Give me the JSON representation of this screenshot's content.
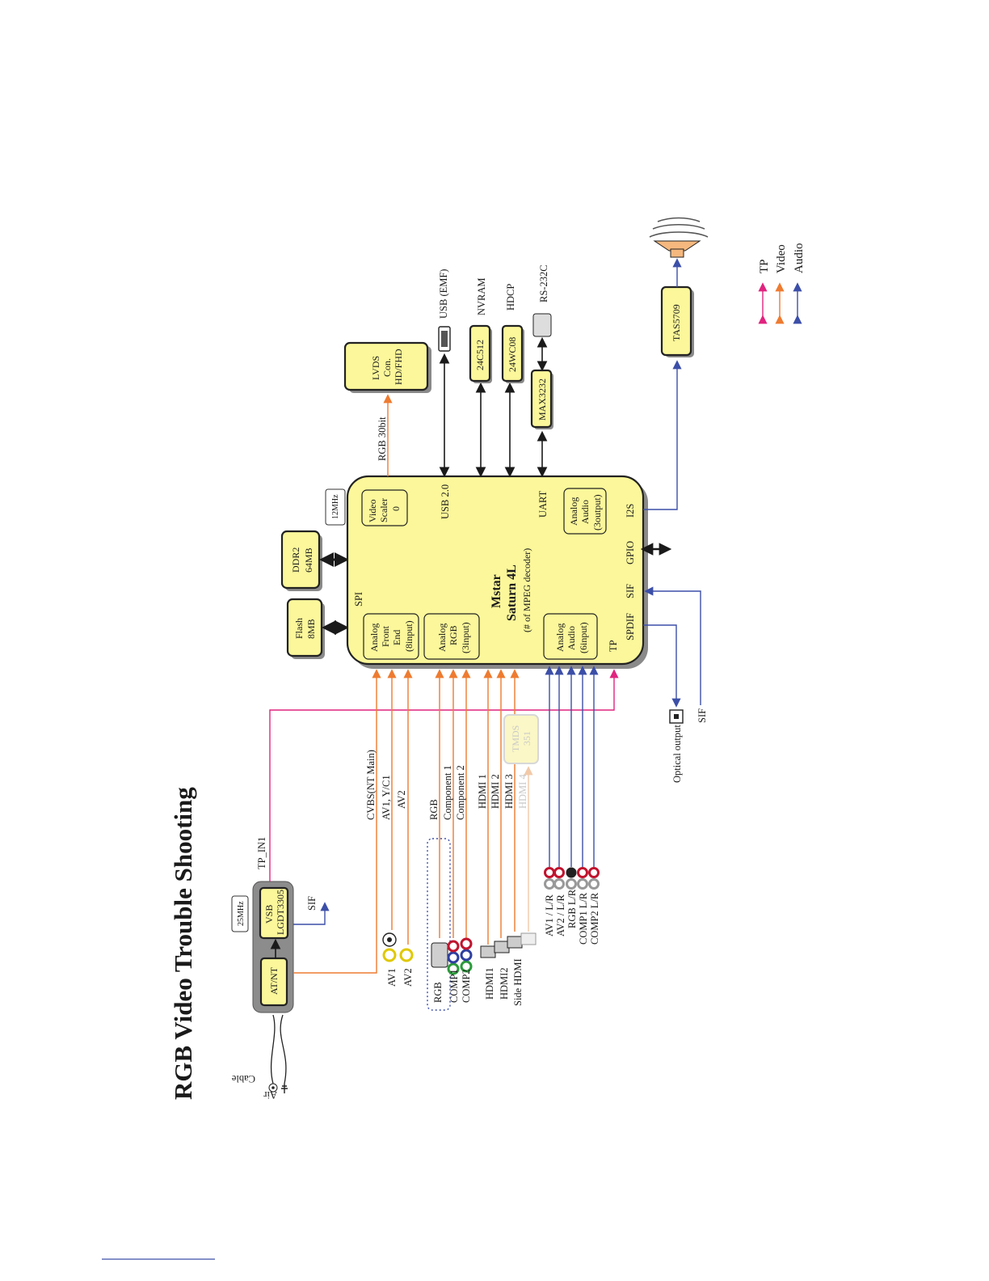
{
  "title": "RGB Video Trouble Shooting",
  "tuner": {
    "inputs": [
      "Cable",
      "Air"
    ],
    "tuner_label": "AT/NT",
    "demod_label": [
      "VSB",
      "LGDT3305"
    ],
    "crystal": "25MHz",
    "tp_signal": "TP_IN1",
    "sif_out": "SIF"
  },
  "memory": {
    "flash": [
      "Flash",
      "8MB"
    ],
    "ddr": [
      "DDR2",
      "64MB"
    ],
    "crystal": "12MHz",
    "spi": "SPI"
  },
  "soc": {
    "name": [
      "Mstar",
      "Saturn 4L",
      "(# of MPEG decoder)"
    ],
    "blocks": {
      "afe": [
        "Analog",
        "Front",
        "End",
        "(8input)"
      ],
      "rgb": [
        "Analog",
        "RGB",
        "(3input)"
      ],
      "audio_in": [
        "Analog",
        "Audio",
        "(6input)"
      ],
      "scaler": [
        "Video",
        "Scaler",
        "0"
      ],
      "audio_out": [
        "Analog",
        "Audio",
        "(3output)"
      ]
    },
    "ports": {
      "usb": "USB 2.0",
      "uart": "UART",
      "i2s": "I2S",
      "gpio": "GPIO",
      "sif": "SIF",
      "spdif": "SPDIF",
      "tp": "TP"
    }
  },
  "outputs": {
    "rgb30": "RGB 30bit",
    "lvds": [
      "LVDS",
      "Con.",
      "HD/FHD"
    ],
    "usb_emf": "USB (EMF)",
    "nvram_chip": "24C512",
    "nvram": "NVRAM",
    "hdcp_chip": "24WC08",
    "hdcp": "HDCP",
    "max": "MAX3232",
    "rs232": "RS-232C",
    "amp": "TAS5709",
    "optical": "Optical output",
    "sif_in": "SIF"
  },
  "video_inputs": {
    "signals": [
      "CVBS(NT Main)",
      "AV1, Y/C1",
      "AV2",
      "RGB",
      "Component 1",
      "Component 2",
      "HDMI 1",
      "HDMI 2",
      "HDMI 3",
      "HDMI 4"
    ],
    "tmds": [
      "TMDS",
      "351"
    ],
    "connectors": [
      "AV1",
      "AV2",
      "RGB",
      "COMP1",
      "COMP2",
      "HDMI1",
      "HDMI2",
      "Side HDMI"
    ]
  },
  "audio_inputs": [
    "AV1 / L/R",
    "AV2 / L/R",
    "RGB L/R",
    "COMP1 L/R",
    "COMP2 L/R"
  ],
  "legend": [
    {
      "label": "TP",
      "color": "#e0247f"
    },
    {
      "label": "Video",
      "color": "#ee7b30"
    },
    {
      "label": "Audio",
      "color": "#3c4fa8"
    }
  ]
}
